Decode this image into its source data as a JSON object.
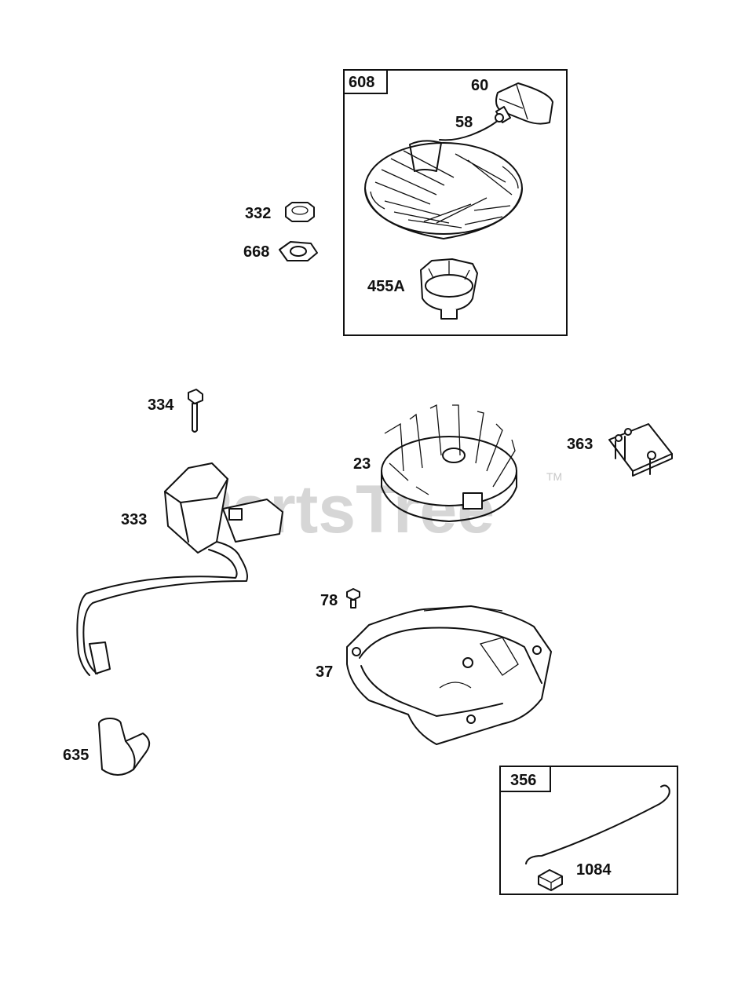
{
  "watermark": {
    "text": "PartsTree",
    "trademark": "TM"
  },
  "callouts": {
    "p608": "608",
    "p60": "60",
    "p58": "58",
    "p332": "332",
    "p668": "668",
    "p455a": "455A",
    "p334": "334",
    "p23": "23",
    "p363": "363",
    "p333": "333",
    "p78": "78",
    "p37": "37",
    "p635": "635",
    "p356": "356",
    "p1084": "1084"
  }
}
